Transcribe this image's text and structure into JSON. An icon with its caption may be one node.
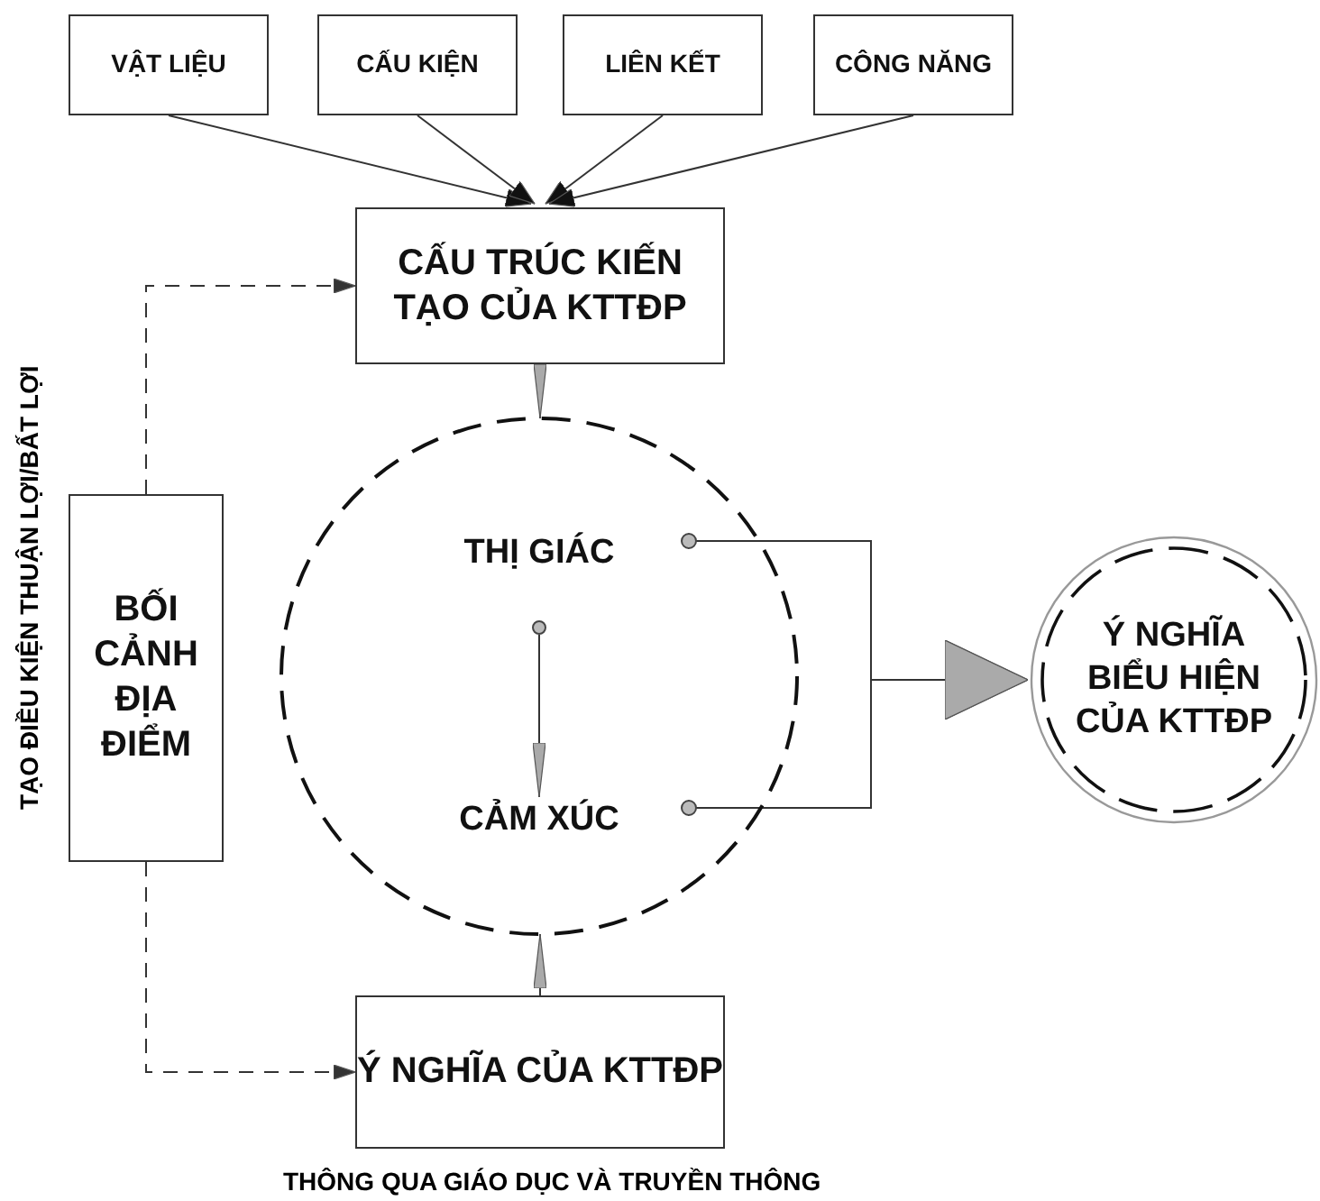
{
  "diagram": {
    "nodes": [
      {
        "text": [
          "VẬT LIỆU"
        ]
      },
      {
        "text": [
          "CẤU KIỆN"
        ]
      },
      {
        "text": [
          "LIÊN KẾT"
        ]
      },
      {
        "text": [
          "CÔNG NĂNG"
        ]
      },
      {
        "text": [
          "CẤU TRÚC KIẾN TẠO CỦA KTTĐP"
        ]
      },
      {
        "text": [],
        "shape": "circle"
      },
      {
        "text": [
          "THỊ GIÁC"
        ],
        "in": 5
      },
      {
        "text": [],
        "shape": "circle",
        "in": 5
      },
      {
        "text": [
          "CẢM XÚC"
        ],
        "in": 5
      },
      {
        "text": [
          "BỐI CẢNH ĐỊA ĐIỂM"
        ]
      },
      {
        "text": [
          "Ý NGHĨA CỦA KTTĐP"
        ],
        "beside": [
          "THÔNG QUA GIÁO DỤC VÀ TRUYỀN THÔNG"
        ]
      },
      {
        "text": [
          "Ý NGHĨA BIỂU HIỆN CỦA KTTĐP"
        ]
      }
    ],
    "edges": [
      {
        "from": 0,
        "to": 4,
        "arrow": "to"
      },
      {
        "from": 1,
        "to": 4,
        "arrow": "to"
      },
      {
        "from": 2,
        "to": 4,
        "arrow": "to"
      },
      {
        "from": 3,
        "to": 4,
        "arrow": "to"
      },
      {
        "from": 4,
        "to": 5,
        "arrow": "to"
      },
      {
        "from": 10,
        "to": 5,
        "arrow": "to"
      },
      {
        "from": 7,
        "to": 8,
        "arrow": "to"
      },
      {
        "from": 6,
        "to": 11,
        "arrow": "to"
      },
      {
        "from": 8,
        "to": 11,
        "arrow": "to"
      },
      {
        "from": 9,
        "to": 4,
        "arrow": "to",
        "style": "dashed"
      },
      {
        "from": 9,
        "to": 10,
        "arrow": "to",
        "style": "dashed"
      }
    ],
    "labels": [
      "TẠO ĐIỀU KIỆN THUẬN LỢI/BẤT LỢI"
    ]
  }
}
